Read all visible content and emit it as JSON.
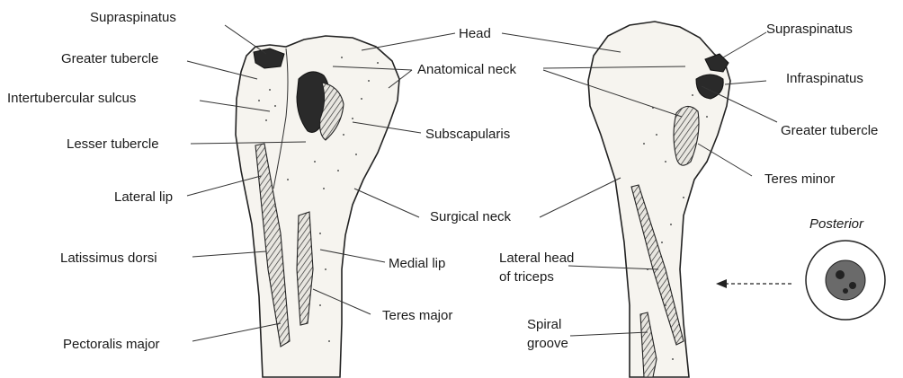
{
  "anterior_labels": {
    "supraspinatus": "Supraspinatus",
    "greater_tubercle": "Greater tubercle",
    "intertubercular_sulcus": "Intertubercular sulcus",
    "lesser_tubercle": "Lesser tubercle",
    "lateral_lip": "Lateral lip",
    "latissimus_dorsi": "Latissimus dorsi",
    "pectoralis_major": "Pectoralis major",
    "head": "Head",
    "anatomical_neck": "Anatomical neck",
    "subscapularis": "Subscapularis",
    "surgical_neck": "Surgical neck",
    "medial_lip": "Medial lip",
    "teres_major": "Teres major"
  },
  "posterior_labels": {
    "supraspinatus": "Supraspinatus",
    "infraspinatus": "Infraspinatus",
    "greater_tubercle": "Greater tubercle",
    "teres_minor": "Teres minor",
    "lateral_head_line1": "Lateral head",
    "lateral_head_line2": "of triceps",
    "spiral_line1": "Spiral",
    "spiral_line2": "groove"
  },
  "inset": {
    "title": "Posterior"
  }
}
